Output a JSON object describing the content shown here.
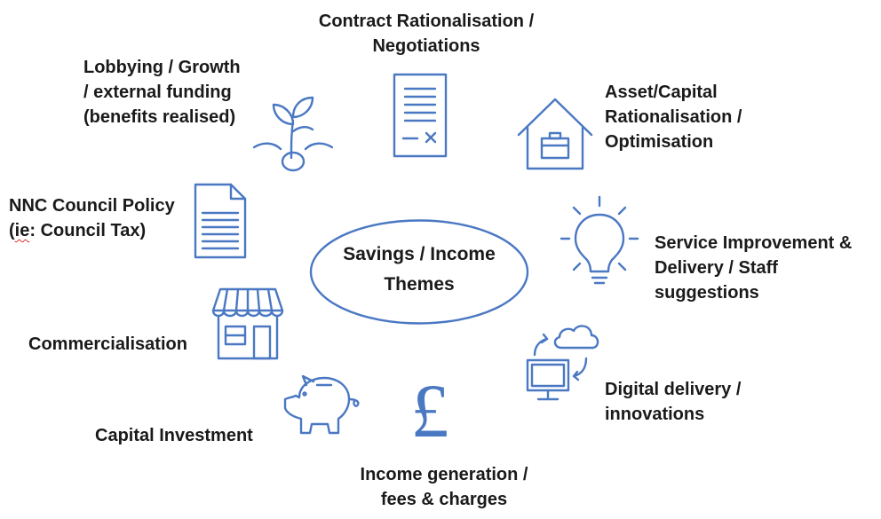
{
  "center": {
    "lines": [
      "Savings / Income",
      "Themes"
    ]
  },
  "themes": {
    "contract": {
      "lines": [
        "Contract Rationalisation /",
        "Negotiations"
      ],
      "icon": "document-icon"
    },
    "asset": {
      "lines": [
        "Asset/Capital",
        "Rationalisation /",
        "Optimisation"
      ],
      "icon": "house-icon"
    },
    "service": {
      "lines": [
        "Service Improvement &",
        "Delivery / Staff",
        "suggestions"
      ],
      "icon": "lightbulb-icon"
    },
    "digital": {
      "lines": [
        "Digital delivery /",
        "innovations"
      ],
      "icon": "cloud-computer-icon"
    },
    "income": {
      "lines": [
        "Income generation /",
        "fees & charges"
      ],
      "icon": "pound-icon",
      "symbol": "£"
    },
    "capital": {
      "lines": [
        "Capital Investment"
      ],
      "icon": "piggy-bank-icon"
    },
    "commercial": {
      "lines": [
        "Commercialisation"
      ],
      "icon": "shop-icon"
    },
    "policy": {
      "lines": [
        "NNC Council Policy",
        "(ie: Council Tax)"
      ],
      "ie_word": "ie",
      "icon": "file-icon"
    },
    "lobbying": {
      "lines": [
        "Lobbying / Growth",
        "/ external funding",
        "(benefits realised)"
      ],
      "icon": "seedling-icon"
    }
  },
  "colors": {
    "accent": "#4a78c2",
    "text": "#1a1a1a"
  }
}
